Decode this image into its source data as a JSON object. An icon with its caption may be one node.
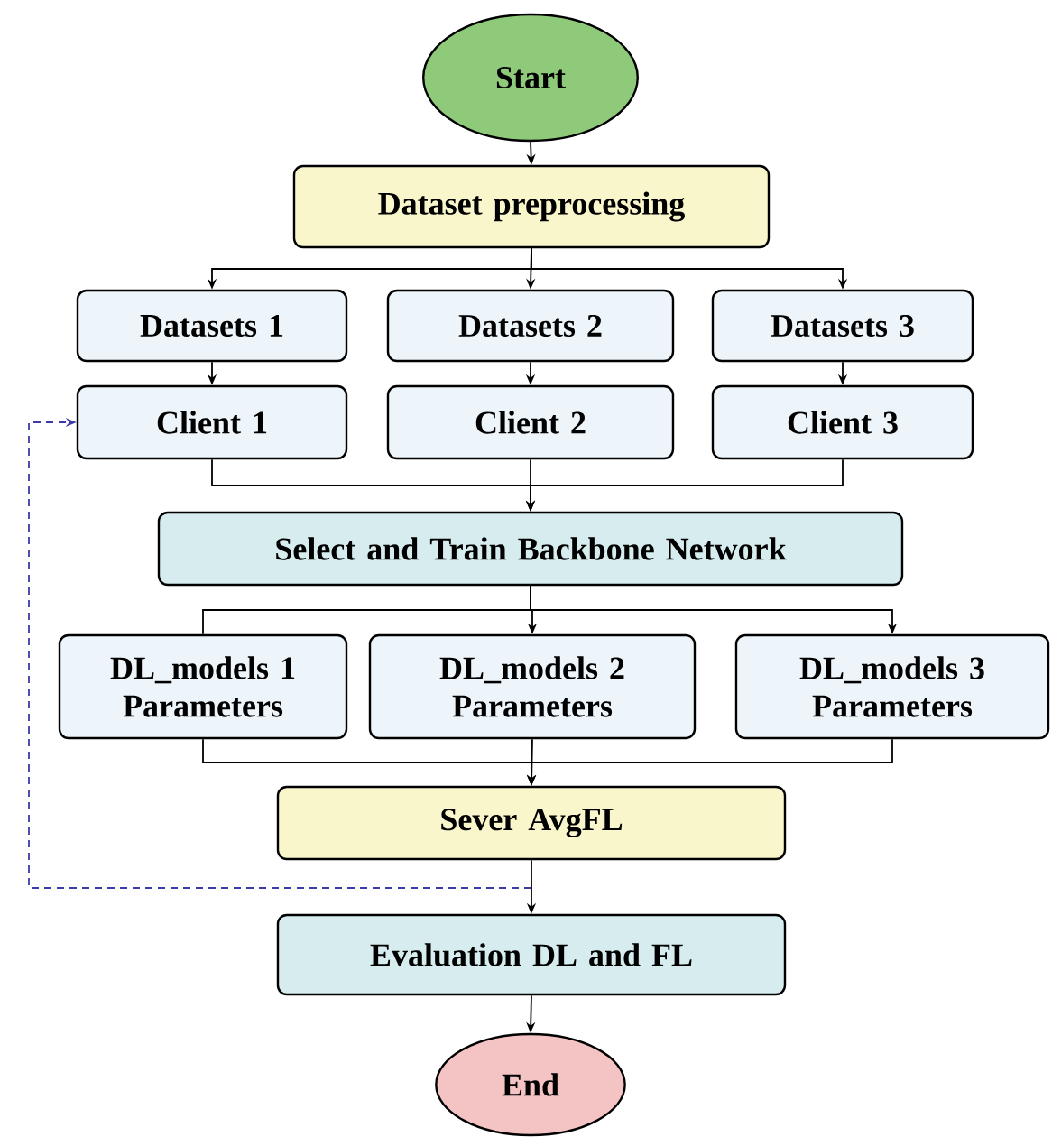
{
  "diagram": {
    "nodes": [
      {
        "text": [
          "Start"
        ]
      },
      {
        "text": [
          "Dataset preprocessing"
        ]
      },
      {
        "text": [
          "Datasets 1"
        ]
      },
      {
        "text": [
          "Datasets 2"
        ]
      },
      {
        "text": [
          "Datasets 3"
        ]
      },
      {
        "text": [
          "Client 1"
        ]
      },
      {
        "text": [
          "Client 2"
        ]
      },
      {
        "text": [
          "Client 3"
        ]
      },
      {
        "text": [
          "Select and Train Backbone Network"
        ]
      },
      {
        "text": [
          "DL_models 1 Parameters"
        ]
      },
      {
        "text": [
          "DL_models 2 Parameters"
        ]
      },
      {
        "text": [
          "DL_models 3 Parameters"
        ]
      },
      {
        "text": [
          "Sever AvgFL"
        ]
      },
      {
        "text": [
          "Evaluation DL and FL"
        ]
      },
      {
        "text": [
          "End"
        ]
      }
    ],
    "edges": [
      {
        "from": 0,
        "to": 1,
        "arrow": "to"
      },
      {
        "from": 1,
        "to": 2,
        "arrow": "to"
      },
      {
        "from": 1,
        "to": 3,
        "arrow": "to"
      },
      {
        "from": 1,
        "to": 4,
        "arrow": "to"
      },
      {
        "from": 2,
        "to": 5,
        "arrow": "to"
      },
      {
        "from": 3,
        "to": 6,
        "arrow": "to"
      },
      {
        "from": 4,
        "to": 7,
        "arrow": "to"
      },
      {
        "from": 5,
        "to": 8,
        "arrow": "to"
      },
      {
        "from": 6,
        "to": 8,
        "arrow": "to"
      },
      {
        "from": 7,
        "to": 8,
        "arrow": "to"
      },
      {
        "from": 8,
        "to": 9,
        "arrow": "none"
      },
      {
        "from": 8,
        "to": 10,
        "arrow": "to"
      },
      {
        "from": 8,
        "to": 11,
        "arrow": "to"
      },
      {
        "from": 9,
        "to": 12,
        "arrow": "to"
      },
      {
        "from": 10,
        "to": 12,
        "arrow": "to"
      },
      {
        "from": 11,
        "to": 12,
        "arrow": "to"
      },
      {
        "from": 12,
        "to": 13,
        "arrow": "to"
      },
      {
        "from": 13,
        "to": 14,
        "arrow": "to"
      },
      {
        "from": 12,
        "to": 5,
        "arrow": "to",
        "style": "dashed",
        "color": "#3b3ba8"
      }
    ]
  }
}
